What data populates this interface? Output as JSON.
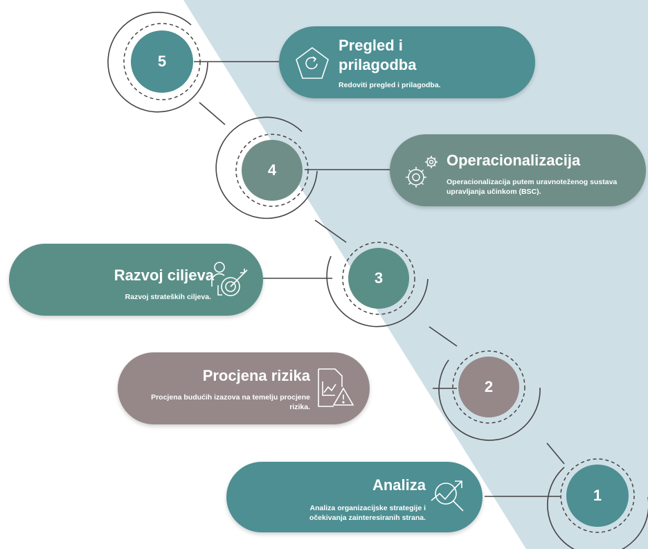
{
  "colors": {
    "background_shape": "#cfdfe6",
    "teal": "#4d8f93",
    "grey": "#968889",
    "step3_pill": "#5a8f87",
    "step4_pill": "#6f8e87",
    "ring": "#444444"
  },
  "steps": [
    {
      "number": "1",
      "title": "Analiza",
      "description": "Analiza organizacijske strategije i očekivanja zainteresiranih strana.",
      "icon": "chart-magnifier-icon"
    },
    {
      "number": "2",
      "title": "Procjena rizika",
      "description": "Procjena budućih izazova na temelju procjene rizika.",
      "icon": "risk-document-icon"
    },
    {
      "number": "3",
      "title": "Razvoj ciljeva",
      "description": "Razvoj strateških ciljeva.",
      "icon": "person-target-icon"
    },
    {
      "number": "4",
      "title": "Operacionalizacija",
      "description": "Operacionalizacija putem uravnoteženog sustava upravljanja učinkom (BSC).",
      "icon": "gears-icon"
    },
    {
      "number": "5",
      "title": "Pregled i prilagodba",
      "description": "Redoviti pregled i prilagodba.",
      "icon": "pentagon-refresh-icon"
    }
  ]
}
